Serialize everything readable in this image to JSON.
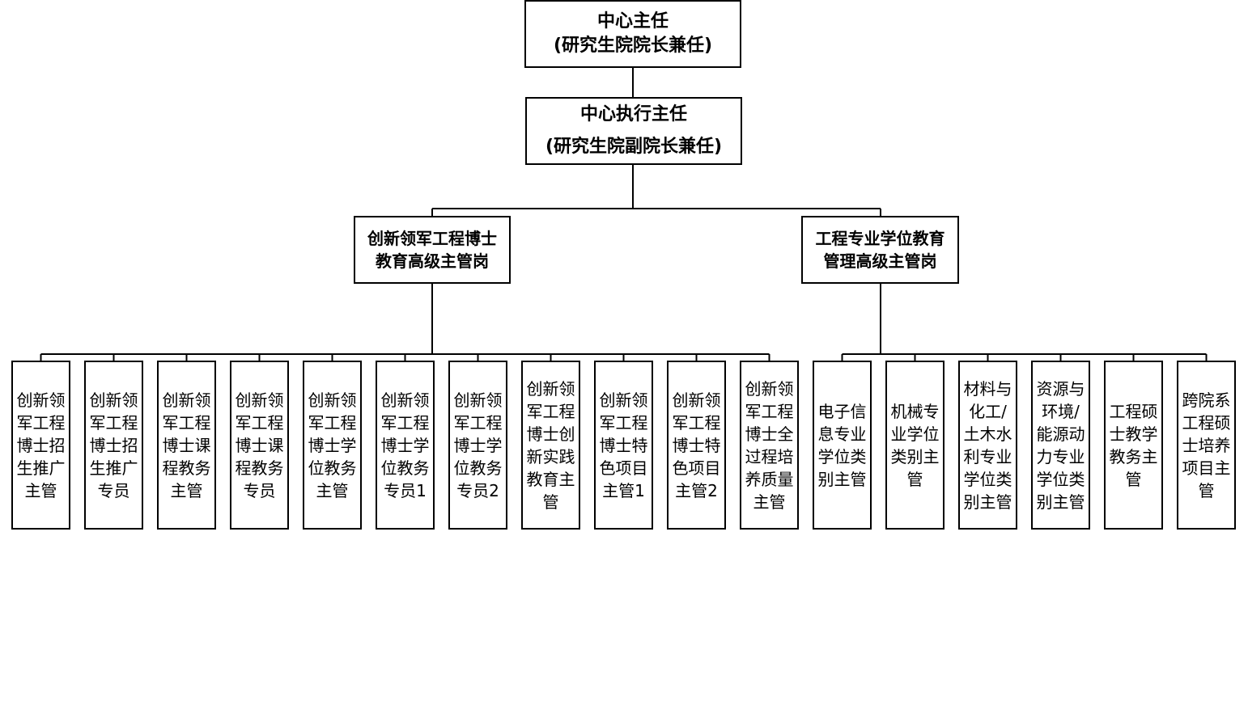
{
  "director": {
    "line1": "中心主任",
    "line2": "(研究生院院长兼任)"
  },
  "exec_director": {
    "line1": "中心执行主任",
    "line2": "(研究生院副院长兼任)"
  },
  "branches": [
    {
      "line1": "创新领军工程博士",
      "line2": "教育高级主管岗"
    },
    {
      "line1": "工程专业学位教育",
      "line2": "管理高级主管岗"
    }
  ],
  "leaves": [
    [
      "创新领",
      "军工程",
      "博士招",
      "生推广",
      "主管"
    ],
    [
      "创新领",
      "军工程",
      "博士招",
      "生推广",
      "专员"
    ],
    [
      "创新领",
      "军工程",
      "博士课",
      "程教务",
      "主管"
    ],
    [
      "创新领",
      "军工程",
      "博士课",
      "程教务",
      "专员"
    ],
    [
      "创新领",
      "军工程",
      "博士学",
      "位教务",
      "主管"
    ],
    [
      "创新领",
      "军工程",
      "博士学",
      "位教务",
      "专员1"
    ],
    [
      "创新领",
      "军工程",
      "博士学",
      "位教务",
      "专员2"
    ],
    [
      "创新领",
      "军工程",
      "博士创",
      "新实践",
      "教育主",
      "管"
    ],
    [
      "创新领",
      "军工程",
      "博士特",
      "色项目",
      "主管1"
    ],
    [
      "创新领",
      "军工程",
      "博士特",
      "色项目",
      "主管2"
    ],
    [
      "创新领",
      "军工程",
      "博士全",
      "过程培",
      "养质量",
      "主管"
    ],
    [
      "电子信",
      "息专业",
      "学位类",
      "别主管"
    ],
    [
      "机械专",
      "业学位",
      "类别主",
      "管"
    ],
    [
      "材料与",
      "化工/",
      "土木水",
      "利专业",
      "学位类",
      "别主管"
    ],
    [
      "资源与",
      "环境/",
      "能源动",
      "力专业",
      "学位类",
      "别主管"
    ],
    [
      "工程硕",
      "士教学",
      "教务主",
      "管"
    ],
    [
      "跨院系",
      "工程硕",
      "士培养",
      "项目主",
      "管"
    ]
  ]
}
